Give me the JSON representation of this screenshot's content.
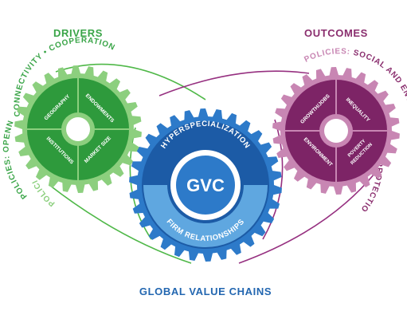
{
  "headers": {
    "drivers": "DRIVERS",
    "outcomes": "OUTCOMES",
    "global_value_chains": "GLOBAL VALUE CHAINS"
  },
  "left_arc": {
    "upper": "CONNECTIVITY • COOPERATION",
    "lower": "POLICIES: OPENNESS •",
    "inner": "POLICIES"
  },
  "right_arc": {
    "prefix": "POLICIES: ",
    "emphasis": "SOCIAL AND ENVI",
    "lower": "AL PROTECTION"
  },
  "drivers_gear": {
    "segments": [
      "GEOGRAPHY",
      "ENDOWMENTS",
      "INSTITUTIONS",
      "MARKET SIZE"
    ]
  },
  "outcomes_gear": {
    "segments": [
      "GROWTH/JOBS",
      "INEQUALITY",
      "ENVIRONMENT",
      "POVERTY",
      "REDUCTION"
    ]
  },
  "gvc_gear": {
    "center": "GVC",
    "upper_band": "HYPERSPECIALIZATION",
    "lower_band": "FIRM RELATIONSHIPS"
  },
  "colors": {
    "green_dark": "#2e9a3c",
    "green_mid": "#4fb848",
    "green_light": "#8ccf7e",
    "green_text": "#3aa548",
    "purple_dark": "#7d2466",
    "purple_mid": "#963080",
    "purple_light": "#c886b3",
    "purple_text": "#8a2e6e",
    "blue_dark": "#1c5ba6",
    "blue_mid": "#2d7ac9",
    "blue_light": "#5fa7e0",
    "blue_text": "#2266b0"
  }
}
